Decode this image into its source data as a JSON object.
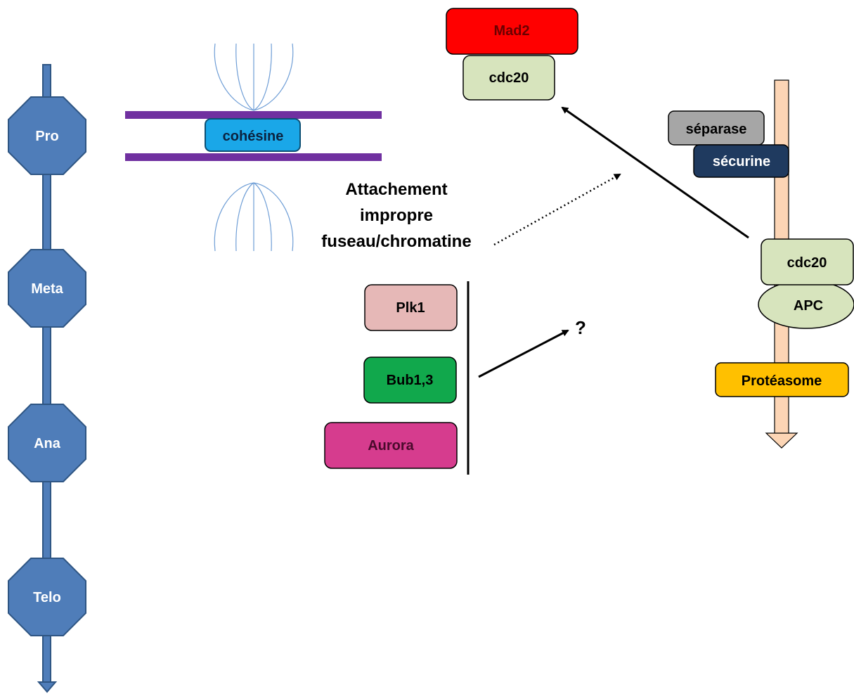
{
  "phases": {
    "pro": "Pro",
    "meta": "Meta",
    "ana": "Ana",
    "telo": "Telo"
  },
  "cohesin": {
    "label": "cohésine"
  },
  "checkpoint": {
    "mad2": "Mad2",
    "cdc20_top": "cdc20",
    "attachment_line1": "Attachement",
    "attachment_line2": "impropre",
    "attachment_line3": "fuseau/chromatine"
  },
  "kinases": {
    "plk1": "Plk1",
    "bub": "Bub1,3",
    "aurora": "Aurora",
    "question": "?"
  },
  "degradation": {
    "separase": "séparase",
    "securin": "sécurine",
    "cdc20": "cdc20",
    "apc": "APC",
    "proteasome": "Protéasome"
  },
  "colors": {
    "phase_fill": "#4f7db9",
    "phase_stroke": "#2e5583",
    "cohesin_fill": "#1aa7e8",
    "chromatid_bar": "#7030a0",
    "spindle": "#6f9ed6",
    "mad2_fill": "#ff0000",
    "cdc20_fill": "#d7e4bd",
    "plk1_fill": "#e6b8b7",
    "bub_fill": "#11a84c",
    "aurora_fill": "#d63c8e",
    "separase_fill": "#a6a6a6",
    "securin_fill": "#1f3a5f",
    "proteasome_fill": "#ffc000",
    "arrow_track": "#fcd5b5"
  }
}
